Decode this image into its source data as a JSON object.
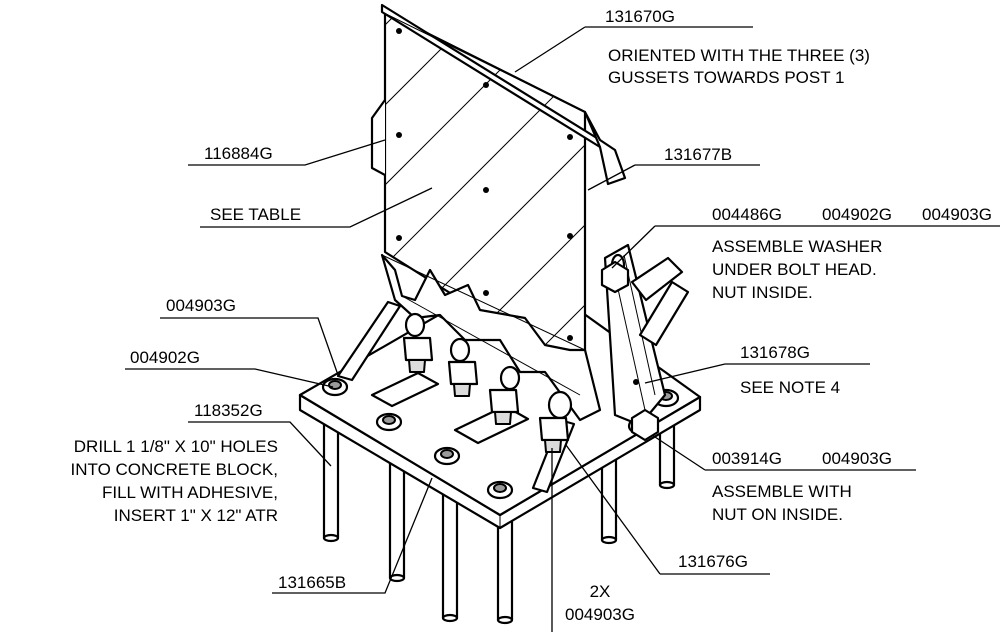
{
  "callouts": {
    "c131670g": "131670G",
    "oriented_1": "ORIENTED WITH THE THREE (3)",
    "oriented_2": "GUSSETS TOWARDS POST 1",
    "c116884g": "116884G",
    "c131677b": "131677B",
    "see_table": "SEE TABLE",
    "c004486g": "004486G",
    "c004902g_top": "004902G",
    "c004903g_top": "004903G",
    "washer_1": "ASSEMBLE WASHER",
    "washer_2": "UNDER BOLT HEAD.",
    "washer_3": "NUT INSIDE.",
    "c004903g_left": "004903G",
    "c004902g_left": "004902G",
    "c131678g": "131678G",
    "see_note": "SEE NOTE 4",
    "c118352g": "118352G",
    "drill_1": "DRILL 1 1/8\" X 10\" HOLES",
    "drill_2": "INTO CONCRETE BLOCK,",
    "drill_3": "FILL WITH ADHESIVE,",
    "drill_4": "INSERT 1\" X 12\" ATR",
    "c003914g": "003914G",
    "c004903g_right": "004903G",
    "nut_1": "ASSEMBLE WITH",
    "nut_2": "NUT ON INSIDE.",
    "c131676g": "131676G",
    "c131665b": "131665B",
    "qty_2x": "2X",
    "c004903g_bottom": "004903G"
  },
  "colors": {
    "line": "#000000",
    "background": "#ffffff",
    "shade": "#dcdcdc"
  }
}
